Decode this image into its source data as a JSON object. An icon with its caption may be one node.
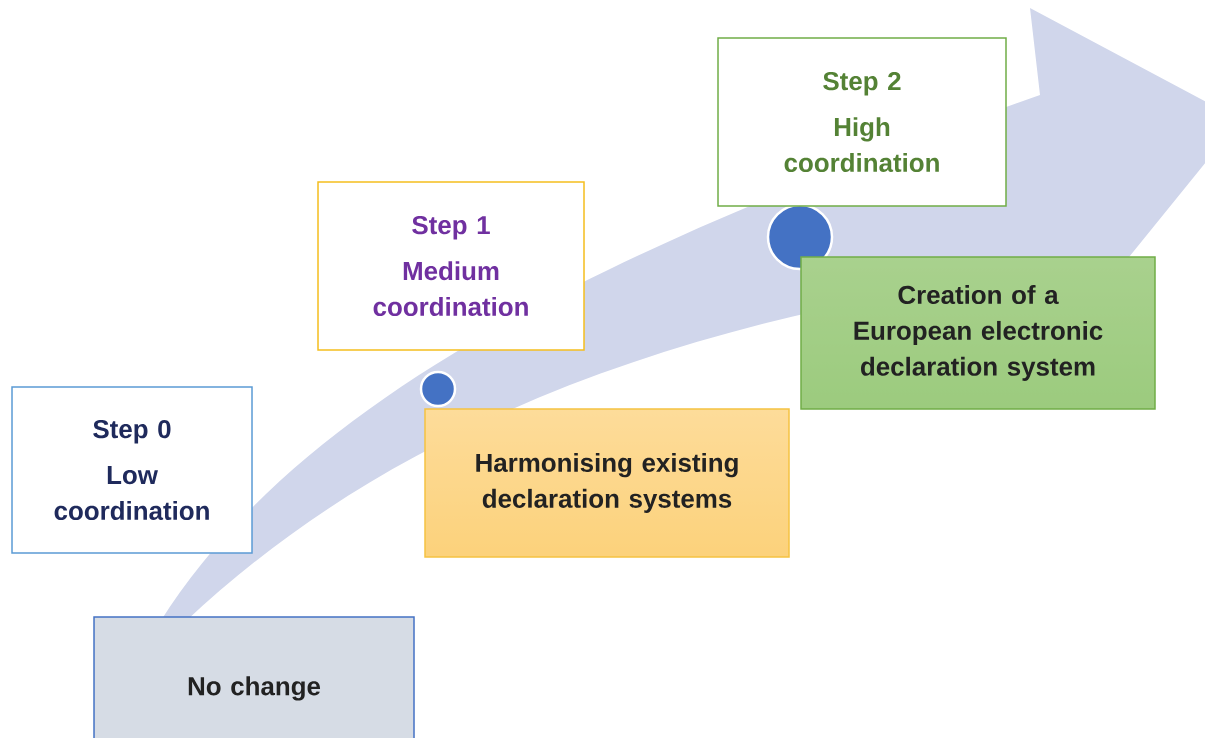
{
  "diagram": {
    "nodes": [
      {
        "text": [
          "Step 0",
          "Low coordination"
        ]
      },
      {
        "text": [
          "No change"
        ]
      },
      {
        "text": [],
        "shape": "circle"
      },
      {
        "text": [
          "Step 1",
          "Medium coordination"
        ]
      },
      {
        "text": [
          "Harmonising existing declaration systems"
        ]
      },
      {
        "text": [],
        "shape": "circle"
      },
      {
        "text": [
          "Step 2",
          "High coordination"
        ]
      },
      {
        "text": [
          "Creation of a European electronic declaration system"
        ]
      }
    ],
    "edges": []
  }
}
